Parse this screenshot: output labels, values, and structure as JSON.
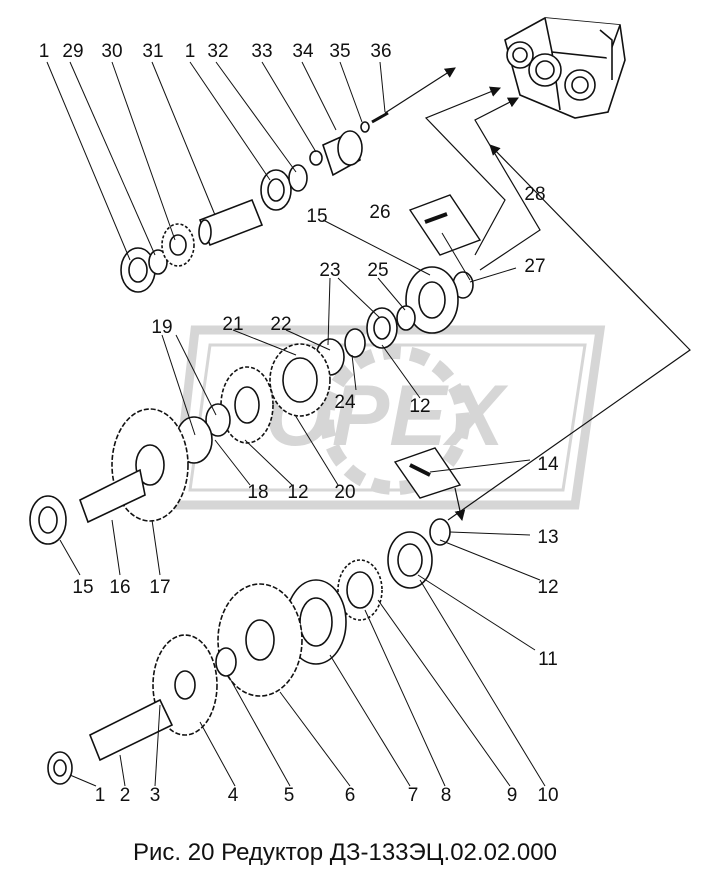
{
  "caption": "Рис. 20 Редуктор  ДЗ-133ЭЦ.02.02.000",
  "watermark": "OPEX",
  "callouts": {
    "c1a": "1",
    "c29": "29",
    "c30": "30",
    "c31": "31",
    "c1b": "1",
    "c32": "32",
    "c33": "33",
    "c34": "34",
    "c35": "35",
    "c36": "36",
    "c28": "28",
    "c26": "26",
    "c15a": "15",
    "c27": "27",
    "c23": "23",
    "c25": "25",
    "c19": "19",
    "c21": "21",
    "c22": "22",
    "c24": "24",
    "c12a": "12",
    "c14": "14",
    "c18": "18",
    "c12b": "12",
    "c20": "20",
    "c13": "13",
    "c12c": "12",
    "c11": "11",
    "c15b": "15",
    "c16": "16",
    "c17": "17",
    "c1c": "1",
    "c2": "2",
    "c3": "3",
    "c4": "4",
    "c5": "5",
    "c6": "6",
    "c7": "7",
    "c8": "8",
    "c9": "9",
    "c10": "10"
  },
  "colors": {
    "ink": "#111111",
    "watermark": "#d2d2d2"
  }
}
